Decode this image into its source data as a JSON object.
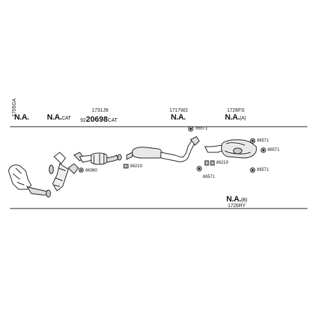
{
  "top_labels": [
    {
      "code": "1705GA",
      "na": "N.A.",
      "suffix": ""
    },
    {
      "code": "",
      "na": "N.A.",
      "suffix": "CAT"
    },
    {
      "code": "1731J9",
      "prefix": "92",
      "na": "20698",
      "suffix": "CAT"
    },
    {
      "code": "1717W2",
      "na": "N.A.",
      "suffix": ""
    },
    {
      "code": "1726FS",
      "na": "N.A.",
      "suffix": "(A)"
    }
  ],
  "part_numbers": {
    "p1": "86571",
    "p2": "86571",
    "p3": "86571",
    "p4": "86571",
    "p5": "86571",
    "p6": "86219",
    "p7": "86219",
    "p8": "86360"
  },
  "bottom_label": {
    "na": "N.A.",
    "suffix": "(B)",
    "code": "1726RY"
  }
}
